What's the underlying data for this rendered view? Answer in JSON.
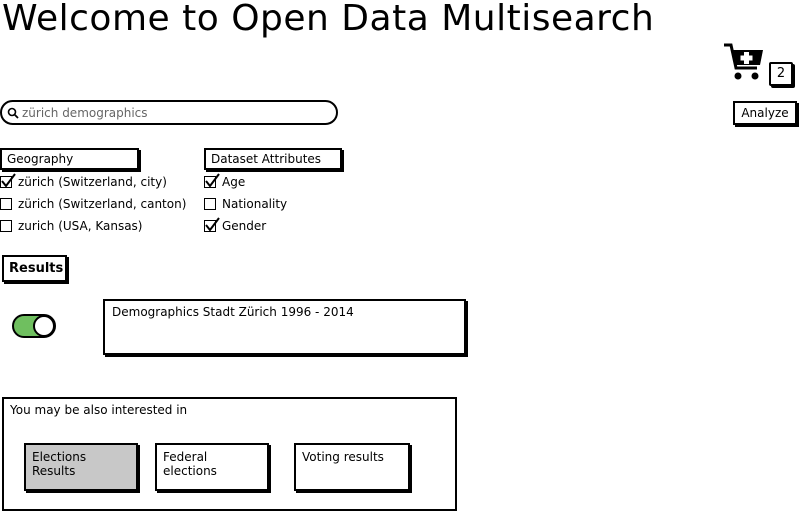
{
  "title": "Welcome to Open Data Multisearch",
  "cart": {
    "icon": "shopping-cart-add-icon",
    "count": "2",
    "analyze_label": "Analyze"
  },
  "search": {
    "value": "zürich demographics",
    "icon": "search-icon"
  },
  "geography": {
    "header": "Geography",
    "options": [
      {
        "label": "zürich (Switzerland, city)",
        "checked": true
      },
      {
        "label": "zürich (Switzerland, canton)",
        "checked": false
      },
      {
        "label": "zurich (USA, Kansas)",
        "checked": false
      }
    ]
  },
  "attributes": {
    "header": "Dataset Attributes",
    "options": [
      {
        "label": "Age",
        "checked": true
      },
      {
        "label": "Nationality",
        "checked": false
      },
      {
        "label": "Gender",
        "checked": true
      }
    ]
  },
  "results": {
    "label": "Results",
    "items": [
      {
        "title": "Demographics Stadt Zürich 1996 - 2014",
        "toggle_on": true
      }
    ]
  },
  "suggestions": {
    "label": "You may be also interested in",
    "items": [
      {
        "label": "Elections Results",
        "selected": true
      },
      {
        "label": "Federal elections",
        "selected": false
      },
      {
        "label": "Voting results",
        "selected": false
      }
    ]
  },
  "colors": {
    "toggle_on": "#6fbf5f",
    "selected_card": "#c8c8c8"
  }
}
